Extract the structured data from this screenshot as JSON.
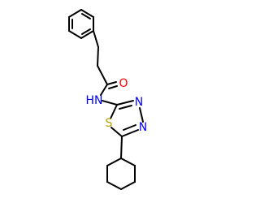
{
  "molecule": {
    "atoms": {
      "oxygen": {
        "symbol": "O",
        "color": "#ff0000"
      },
      "nh": {
        "symbol": "HN",
        "color": "#0000ff"
      },
      "sulfur": {
        "symbol": "S",
        "color": "#b8a000"
      },
      "n3": {
        "symbol": "N",
        "color": "#0000ff"
      },
      "n4": {
        "symbol": "N",
        "color": "#0000ff"
      }
    },
    "bond_color": "#000000",
    "background": "#ffffff"
  }
}
